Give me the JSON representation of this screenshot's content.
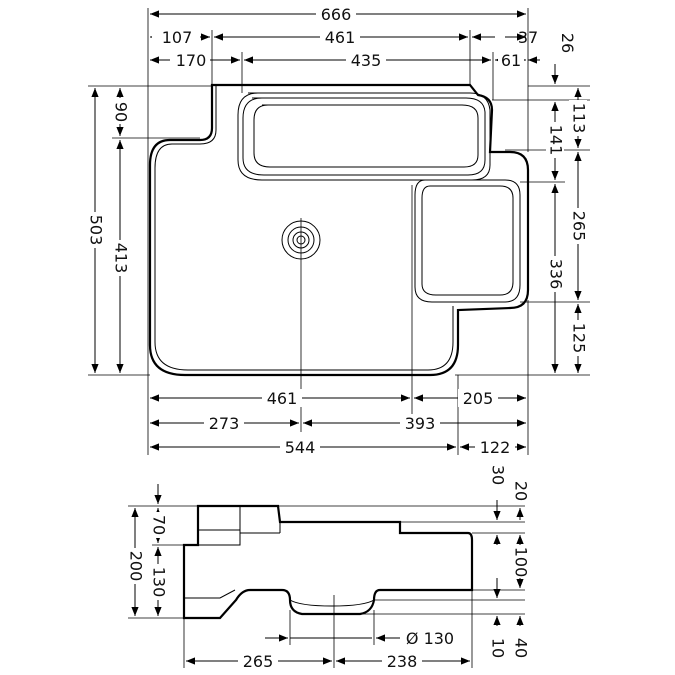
{
  "top_view": {
    "width_labels": {
      "overall": "666",
      "left_offset": "107",
      "span_461": "461",
      "right_37": "37",
      "right_26": "26",
      "left_170": "170",
      "span_435": "435",
      "right_61": "61"
    },
    "height_labels": {
      "overall_503": "503",
      "h_413": "413",
      "h_90": "90",
      "h_113": "113",
      "h_141": "141",
      "h_265": "265",
      "h_336": "336",
      "h_125": "125"
    },
    "bottom_labels": {
      "b_461": "461",
      "b_205": "205",
      "b_273": "273",
      "b_393": "393",
      "b_544": "544",
      "b_122": "122"
    }
  },
  "side_view": {
    "height_labels": {
      "h_200": "200",
      "h_70": "70",
      "h_130": "130",
      "h_30": "30",
      "h_20": "20",
      "h_100": "100",
      "h_10": "10",
      "h_40": "40"
    },
    "bottom_labels": {
      "b_265": "265",
      "b_238": "238",
      "diameter": "Ø 130"
    }
  }
}
